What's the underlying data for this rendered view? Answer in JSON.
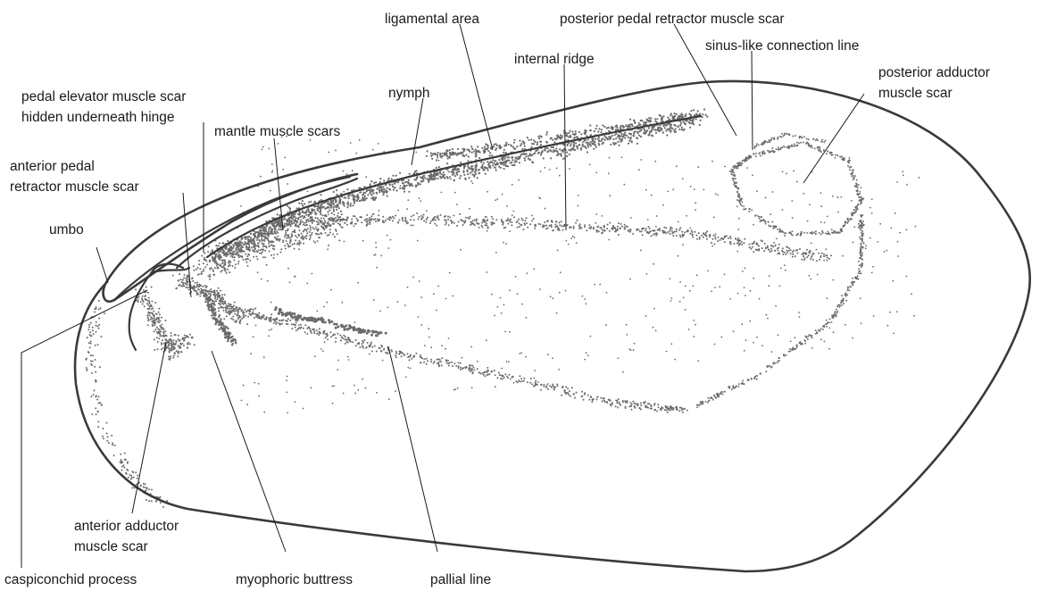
{
  "labels": {
    "ligamental_area": "ligamental area",
    "posterior_pedal_retractor": "posterior pedal retractor muscle scar",
    "sinus_like_line": "sinus-like connection line",
    "posterior_adductor_1": "posterior adductor",
    "posterior_adductor_2": "muscle scar",
    "internal_ridge": "internal ridge",
    "nymph": "nymph",
    "pedal_elevator_1": "pedal elevator muscle scar",
    "pedal_elevator_2": "hidden underneath hinge",
    "mantle_muscle_scars": "mantle muscle scars",
    "anterior_pedal_retractor_1": "anterior pedal",
    "anterior_pedal_retractor_2": "retractor muscle scar",
    "umbo": "umbo",
    "anterior_adductor_1": "anterior adductor",
    "anterior_adductor_2": "muscle scar",
    "caspiconchid_process": "caspiconchid process",
    "myophoric_buttress": "myophoric buttress",
    "pallial_line": "pallial line"
  },
  "colors": {
    "outline": "#3a3a3a",
    "stipple": "#6b6b6b",
    "text": "#1a1a1a",
    "background": "#ffffff"
  }
}
